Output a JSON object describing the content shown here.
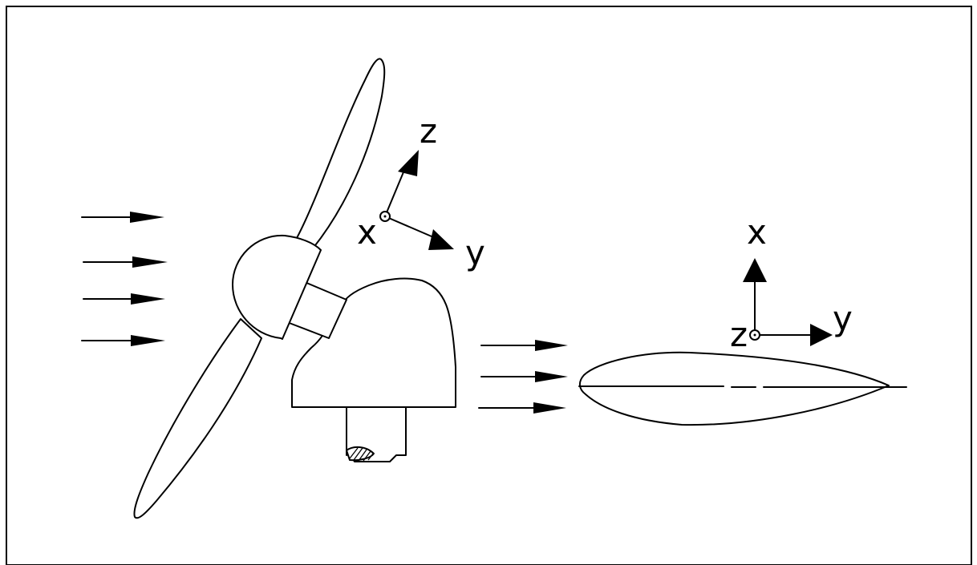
{
  "turbine_axes": {
    "x_label": "x",
    "y_label": "y",
    "z_label": "z"
  },
  "airfoil_axes": {
    "x_label": "x",
    "y_label": "y",
    "z_label": "z"
  },
  "colors": {
    "stroke": "#000000",
    "background": "#ffffff"
  }
}
